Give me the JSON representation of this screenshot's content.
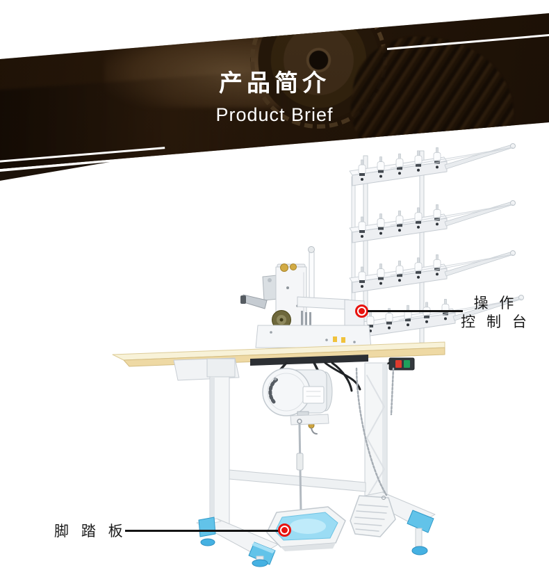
{
  "header": {
    "title_cn": "产品简介",
    "title_en": "Product Brief"
  },
  "callouts": {
    "console": {
      "line1": "操 作",
      "line2": "控 制 台"
    },
    "pedal": {
      "label": "脚 踏 板"
    }
  },
  "colors": {
    "accent_red": "#e8120e",
    "callout_line": "#141414",
    "machine_blue": "#5fc3e9",
    "tabletop_wood": "#f2e6bc",
    "banner_brown": "#2b1c0e",
    "title_text": "#ffffff",
    "label_text": "#1a1a1a"
  }
}
